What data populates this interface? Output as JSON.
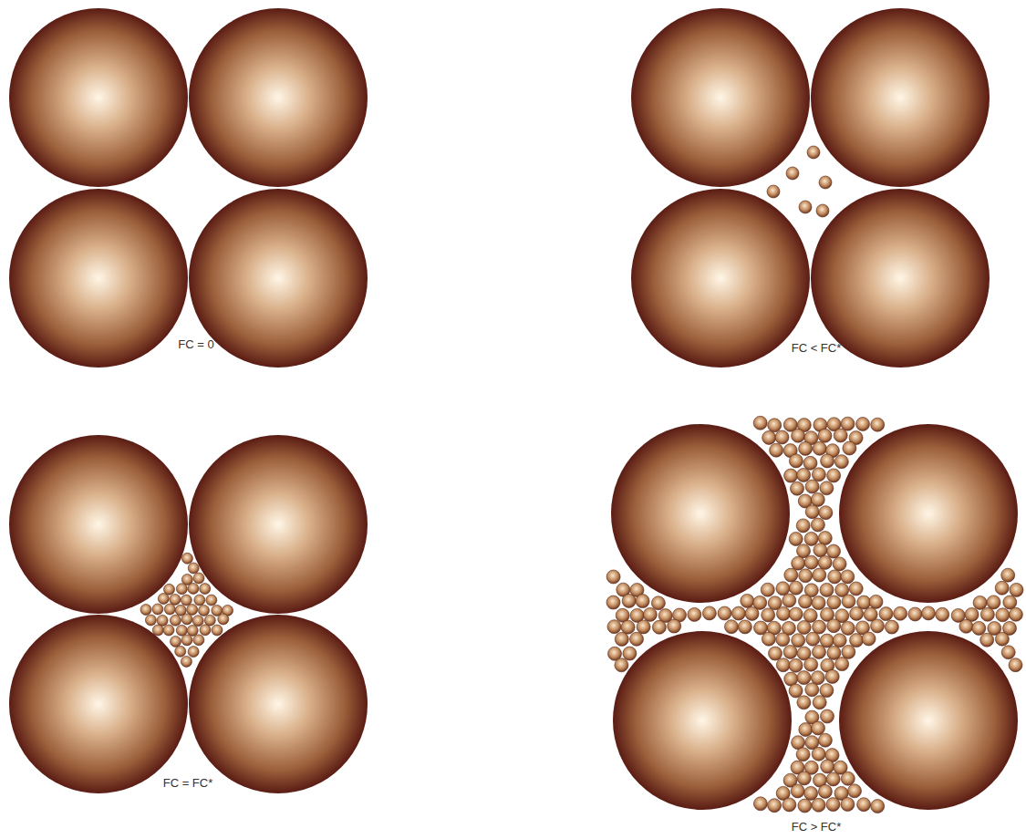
{
  "diagram": {
    "labels": [
      "FC = 0",
      "FC < FC*",
      "FC = FC*",
      "FC > FC*"
    ]
  }
}
